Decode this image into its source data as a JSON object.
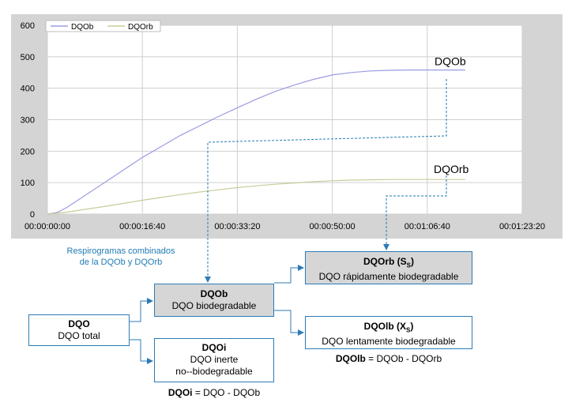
{
  "chart_data": {
    "type": "line",
    "title": "",
    "xlabel": "",
    "ylabel": "",
    "x_ticks": [
      "00:00:00:00",
      "00:00:16:40",
      "00:00:33:20",
      "00:00:50:00",
      "00:01:06:40",
      "00:01:23:20"
    ],
    "x_tick_seconds": [
      0,
      1000,
      2000,
      3000,
      4000,
      5000
    ],
    "xlim": [
      0,
      5000
    ],
    "ylim": [
      0,
      600
    ],
    "y_ticks": [
      0,
      100,
      200,
      300,
      400,
      500,
      600
    ],
    "grid": true,
    "legend_position": "top-left",
    "series": [
      {
        "name": "DQOb",
        "color": "#9b9be3",
        "x": [
          0,
          100,
          200,
          400,
          600,
          800,
          1000,
          1200,
          1400,
          1600,
          1800,
          2000,
          2200,
          2400,
          2600,
          2800,
          3000,
          3200,
          3400,
          3600,
          3800,
          4000,
          4200,
          4400
        ],
        "y": [
          0,
          5,
          20,
          60,
          100,
          140,
          180,
          215,
          250,
          280,
          310,
          338,
          365,
          390,
          410,
          428,
          442,
          450,
          455,
          457,
          458,
          458,
          458,
          458
        ]
      },
      {
        "name": "DQOrb",
        "color": "#c8cc9a",
        "x": [
          0,
          200,
          400,
          600,
          800,
          1000,
          1200,
          1400,
          1600,
          1800,
          2000,
          2200,
          2400,
          2600,
          2800,
          3000,
          3200,
          3400,
          3600,
          3800,
          4000,
          4200,
          4400
        ],
        "y": [
          0,
          6,
          15,
          24,
          34,
          44,
          53,
          62,
          70,
          77,
          84,
          90,
          95,
          99,
          103,
          106,
          108,
          109,
          110,
          110,
          110,
          110,
          110
        ]
      }
    ],
    "annotations": [
      "DQOb",
      "DQOrb"
    ]
  },
  "diagram": {
    "caption_line1": "Respirogramas  combinados",
    "caption_line2": "de la DQOb y DQOrb",
    "dqo": {
      "title": "DQO",
      "desc": "DQO total"
    },
    "dqob": {
      "title": "DQOb",
      "desc": "DQO biodegradable"
    },
    "dqoi": {
      "title": "DQOi",
      "desc1": "DQO inerte",
      "desc2": "no--biodegradable"
    },
    "dqorb": {
      "title": "DQOrb (S",
      "sub": "S",
      "title_end": ")",
      "desc": "DQO rápidamente biodegradable"
    },
    "dqolb": {
      "title": "DQOlb (X",
      "sub": "S",
      "title_end": ")",
      "desc": "DQO lentamente biodegradable"
    },
    "formula_dqolb": {
      "bold": "DQOlb",
      "rest": " = DQOb - DQOrb"
    },
    "formula_dqoi": {
      "bold": "DQOi",
      "rest": " = DQO - DQOb"
    }
  },
  "colors": {
    "arrow": "#2e7bb5",
    "dashed": "#1f7ab5",
    "box_grey": "#d6d6d6",
    "plot_bg": "#ffffff",
    "outer_bg": "#d4d4d4"
  }
}
